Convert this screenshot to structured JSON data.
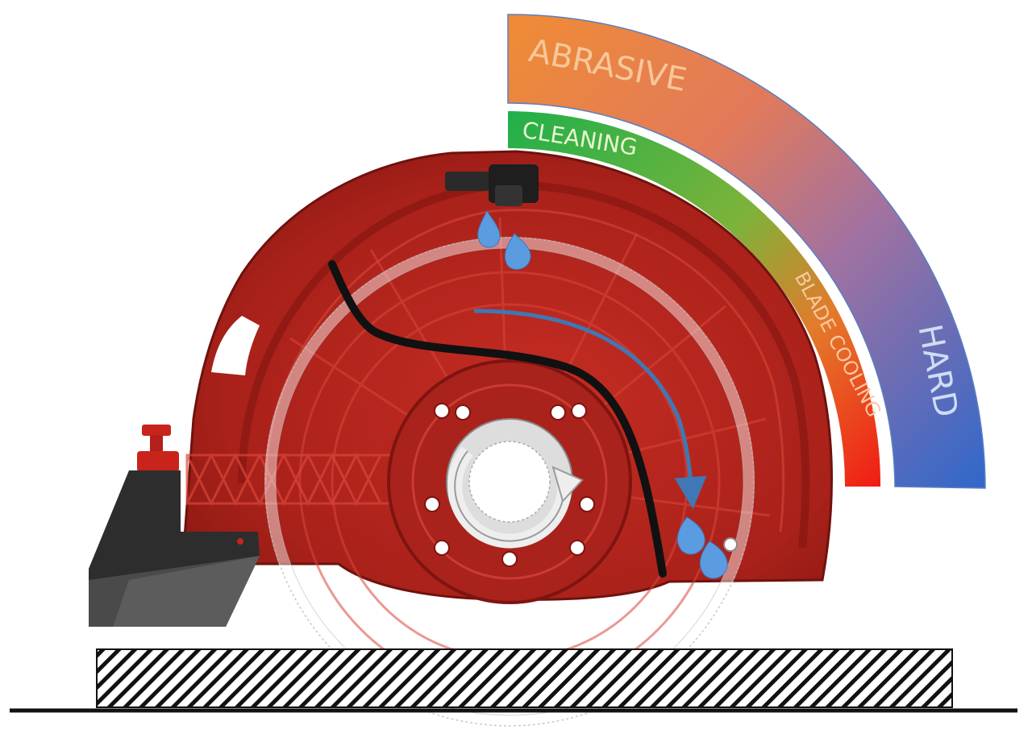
{
  "labels": {
    "abrasive": "ABRASIVE",
    "hard": "HARD",
    "cleaning": "CLEANING",
    "blade_cooling": "BLADE COOLING"
  },
  "colors": {
    "guard_red": "#b3241c",
    "guard_dark": "#7d1410",
    "abrasive_orange": "#ee8a3a",
    "hard_blue": "#3a6fc9",
    "cleaning_green": "#2fae4a",
    "cooling_red": "#ee2a1a",
    "water_drop": "#5b9be0",
    "flow_arrow": "#3f78b5",
    "hose_black": "#111111",
    "base_gray": "#3a3a3a"
  },
  "icons": [
    "water-drop-icon",
    "rotation-arrow-icon",
    "flow-arrow-icon",
    "hose-fitting-icon"
  ]
}
